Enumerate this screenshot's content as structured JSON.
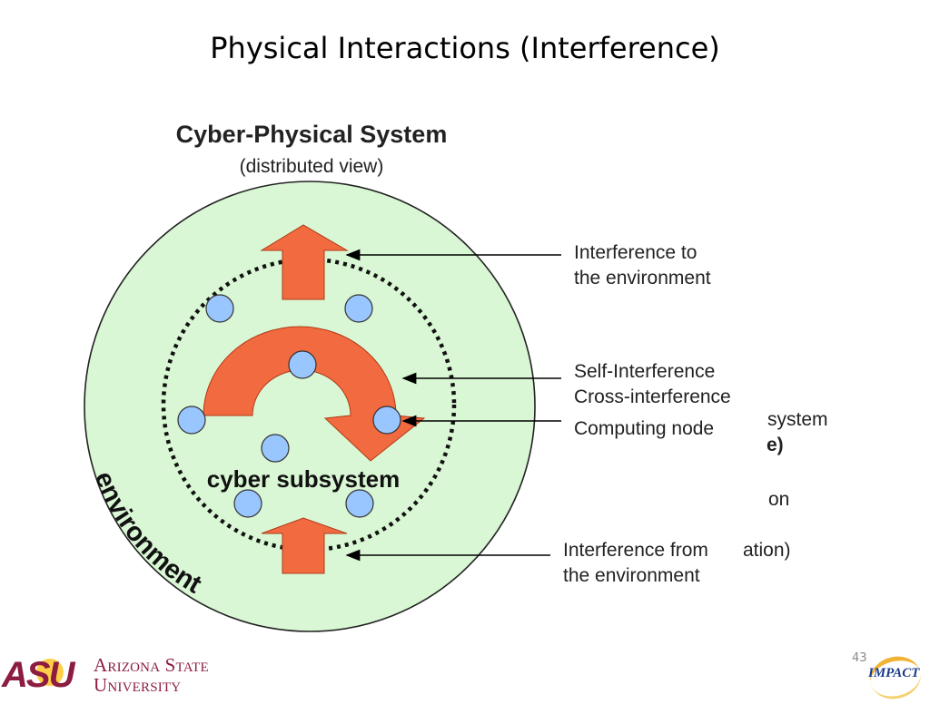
{
  "slide": {
    "title": "Physical Interactions (Interference)",
    "page_number": "43"
  },
  "diagram": {
    "heading": "Cyber-Physical System",
    "subheading": "(distributed view)",
    "environment_label": "environment",
    "subsystem_label": "cyber subsystem",
    "callouts": {
      "to_env_line1": "Interference to",
      "to_env_line2": "the environment",
      "self_interference": "Self-Interference",
      "cross_interference": "Cross-interference",
      "computing_node": "Computing node",
      "from_env_line1": "Interference from",
      "from_env_line2": "the environment"
    },
    "partial_text": {
      "p1": "system",
      "p2": "e)",
      "p3": "on",
      "p4": "ation)"
    },
    "colors": {
      "environment_fill": "#d9f7d4",
      "arrow_fill": "#f26a3f",
      "node_fill": "#99c6ff"
    }
  },
  "logos": {
    "asu_mark": "ASU",
    "asu_name_line1": "Arizona State",
    "asu_name_line2": "University",
    "impact": "IMPACT"
  }
}
